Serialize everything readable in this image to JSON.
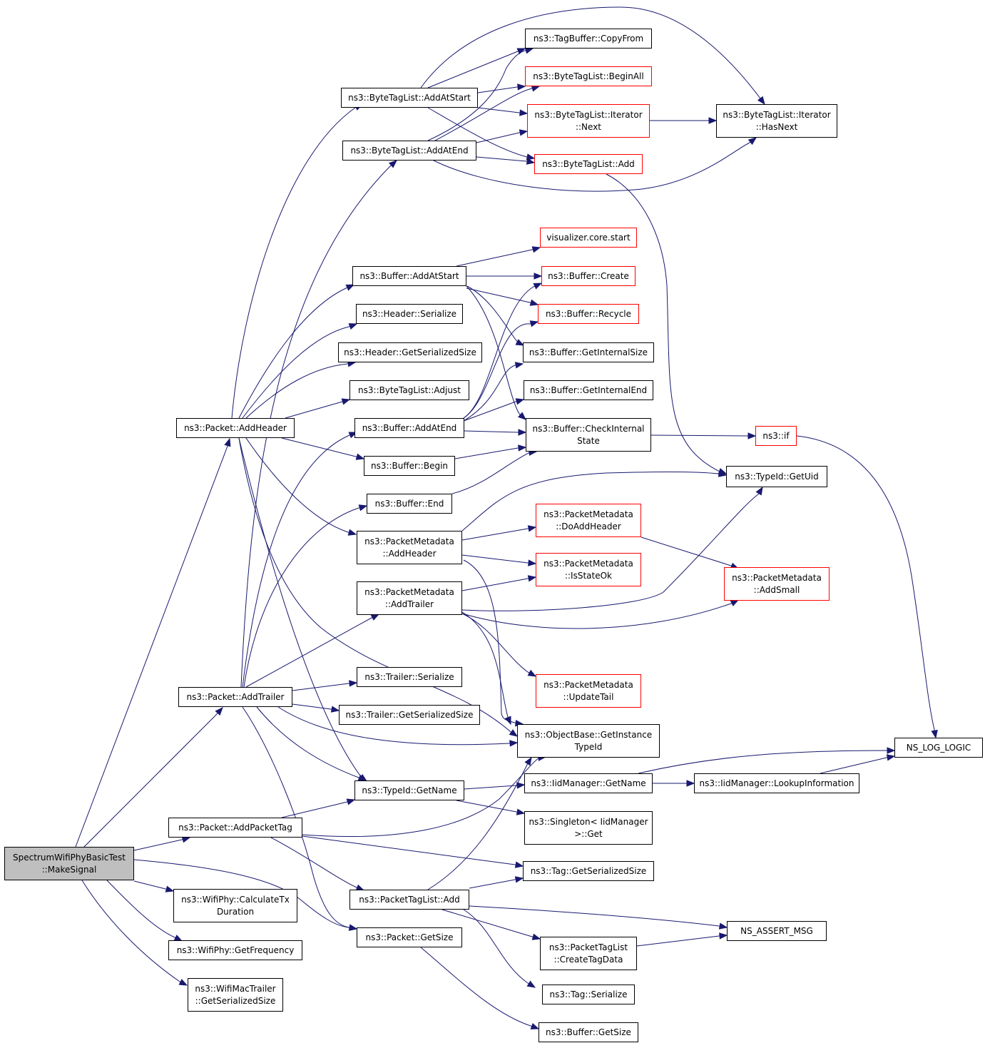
{
  "nodes": {
    "root": [
      "SpectrumWifiPhyBasicTest",
      "::MakeSignal"
    ],
    "add_header": [
      "ns3::Packet::AddHeader"
    ],
    "add_trailer": [
      "ns3::Packet::AddTrailer"
    ],
    "add_packet_tag": [
      "ns3::Packet::AddPacketTag"
    ],
    "calc_tx": [
      "ns3::WifiPhy::CalculateTx",
      "Duration"
    ],
    "get_frequency": [
      "ns3::WifiPhy::GetFrequency"
    ],
    "wifimac_trailer": [
      "ns3::WifiMacTrailer",
      "::GetSerializedSize"
    ],
    "btl_add_at_start": [
      "ns3::ByteTagList::AddAtStart"
    ],
    "btl_add_at_end": [
      "ns3::ByteTagList::AddAtEnd"
    ],
    "buf_add_at_start": [
      "ns3::Buffer::AddAtStart"
    ],
    "header_serialize": [
      "ns3::Header::Serialize"
    ],
    "header_get_ser_size": [
      "ns3::Header::GetSerializedSize"
    ],
    "btl_adjust": [
      "ns3::ByteTagList::Adjust"
    ],
    "buf_add_at_end": [
      "ns3::Buffer::AddAtEnd"
    ],
    "buf_begin": [
      "ns3::Buffer::Begin"
    ],
    "buf_end": [
      "ns3::Buffer::End"
    ],
    "pm_add_header": [
      "ns3::PacketMetadata",
      "::AddHeader"
    ],
    "pm_add_trailer": [
      "ns3::PacketMetadata",
      "::AddTrailer"
    ],
    "trailer_serialize": [
      "ns3::Trailer::Serialize"
    ],
    "trailer_get_ser_size": [
      "ns3::Trailer::GetSerializedSize"
    ],
    "typeid_get_name": [
      "ns3::TypeId::GetName"
    ],
    "ptl_add": [
      "ns3::PacketTagList::Add"
    ],
    "packet_get_size": [
      "ns3::Packet::GetSize"
    ],
    "tagbuffer_copyfrom": [
      "ns3::TagBuffer::CopyFrom"
    ],
    "btl_begin_all": [
      "ns3::ByteTagList::BeginAll"
    ],
    "btl_iter_next": [
      "ns3::ByteTagList::Iterator",
      "::Next"
    ],
    "btl_add": [
      "ns3::ByteTagList::Add"
    ],
    "vis_core_start": [
      "visualizer.core.start"
    ],
    "buf_create": [
      "ns3::Buffer::Create"
    ],
    "buf_recycle": [
      "ns3::Buffer::Recycle"
    ],
    "buf_get_internal_size": [
      "ns3::Buffer::GetInternalSize"
    ],
    "buf_get_internal_end": [
      "ns3::Buffer::GetInternalEnd"
    ],
    "buf_check_internal": [
      "ns3::Buffer::CheckInternal",
      "State"
    ],
    "pm_do_add_header": [
      "ns3::PacketMetadata",
      "::DoAddHeader"
    ],
    "pm_is_state_ok": [
      "ns3::PacketMetadata",
      "::IsStateOk"
    ],
    "pm_update_tail": [
      "ns3::PacketMetadata",
      "::UpdateTail"
    ],
    "objbase_get_inst": [
      "ns3::ObjectBase::GetInstance",
      "TypeId"
    ],
    "iidmgr_get_name": [
      "ns3::IidManager::GetName"
    ],
    "singleton_get": [
      "ns3::Singleton< IidManager",
      ">::Get"
    ],
    "tag_get_ser_size": [
      "ns3::Tag::GetSerializedSize"
    ],
    "ptl_create_tag_data": [
      "ns3::PacketTagList",
      "::CreateTagData"
    ],
    "tag_serialize": [
      "ns3::Tag::Serialize"
    ],
    "buf_get_size": [
      "ns3::Buffer::GetSize"
    ],
    "btl_iter_hasnext": [
      "ns3::ByteTagList::Iterator",
      "::HasNext"
    ],
    "ns3_if": [
      "ns3::if"
    ],
    "typeid_get_uid": [
      "ns3::TypeId::GetUid"
    ],
    "pm_add_small": [
      "ns3::PacketMetadata",
      "::AddSmall"
    ],
    "iidmgr_lookup": [
      "ns3::IidManager::LookupInformation"
    ],
    "ns_log_logic": [
      "NS_LOG_LOGIC"
    ],
    "ns_assert_msg": [
      "NS_ASSERT_MSG"
    ]
  },
  "colors": {
    "edge": "#191970",
    "node_border": "#000000",
    "undocumented_border": "#ff0000",
    "root_fill": "#bfbfbf"
  }
}
